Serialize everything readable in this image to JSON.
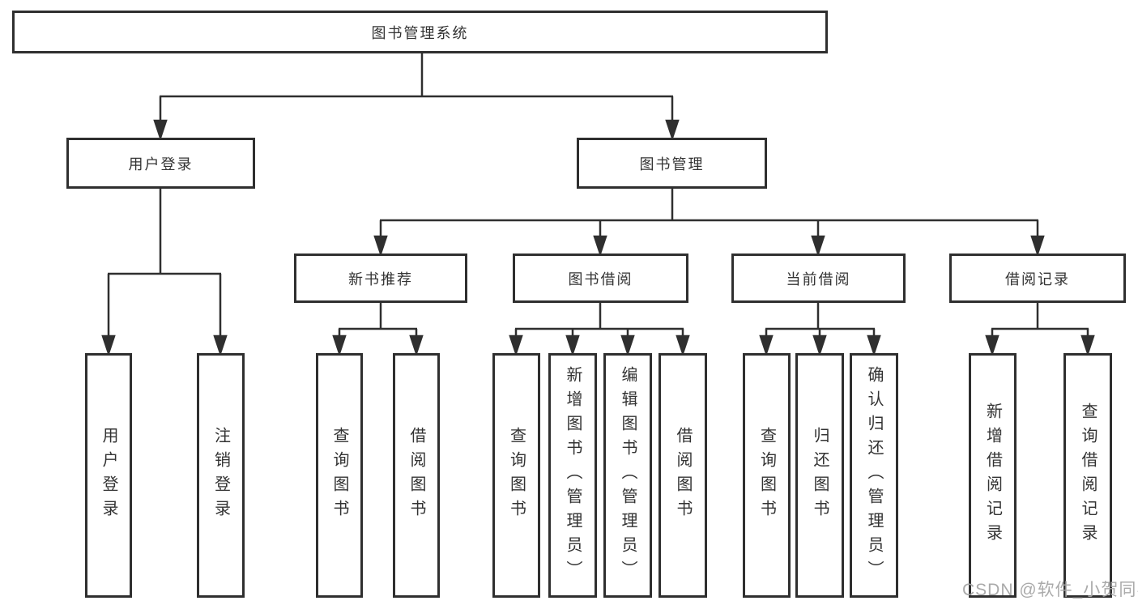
{
  "diagram": {
    "root": "图书管理系统",
    "user_login": "用户登录",
    "book_mgmt": "图书管理",
    "new_book_rec": "新书推荐",
    "book_borrow": "图书借阅",
    "current_borrow": "当前借阅",
    "borrow_records": "借阅记录",
    "ul_login": "用户登录",
    "ul_logout": "注销登录",
    "nb_query_book": "查询图书",
    "nb_borrow_book": "借阅图书",
    "bb_query_book": "查询图书",
    "bb_add_book": "新增图书（管理员）",
    "bb_edit_book": "编辑图书（管理员）",
    "bb_borrow_book": "借阅图书",
    "cb_query_book": "查询图书",
    "cb_return_book": "归还图书",
    "cb_confirm_return": "确认归还（管理员）",
    "br_add_record": "新增借阅记录",
    "br_query_record": "查询借阅记录"
  },
  "watermark": "CSDN @软件_小贺同学",
  "colors": {
    "line": "#2f2f2f",
    "text": "#333333",
    "watermark": "#a5a5a5",
    "background": "#ffffff"
  }
}
